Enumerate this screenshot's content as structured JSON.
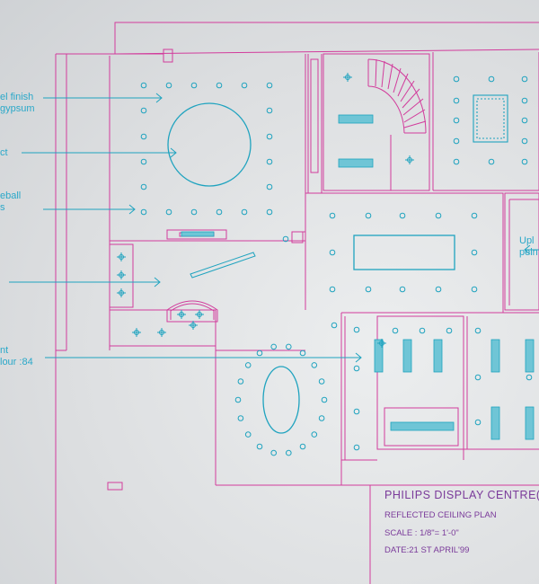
{
  "drawing": {
    "title": "PHILIPS DISPLAY CENTRE(G",
    "subtitle": "REFLECTED CEILING PLAN",
    "scale": "SCALE : 1/8\"= 1'-0\"",
    "date": "DATE:21 ST APRIL'99"
  },
  "annotations": {
    "finish_line1": "el finish",
    "finish_line2": "gypsum",
    "effect": "ct",
    "eyeball_line1": "eball",
    "eyeball_line2": "s",
    "colour_line1": "nt",
    "colour_line2": "lour :84",
    "uplight_line1": "Upl",
    "uplight_line2": "peln"
  },
  "colors": {
    "wall": "#d23c9c",
    "fixture": "#1fa3bf",
    "text": "#2aa8c9",
    "title": "#7a3a9a"
  }
}
